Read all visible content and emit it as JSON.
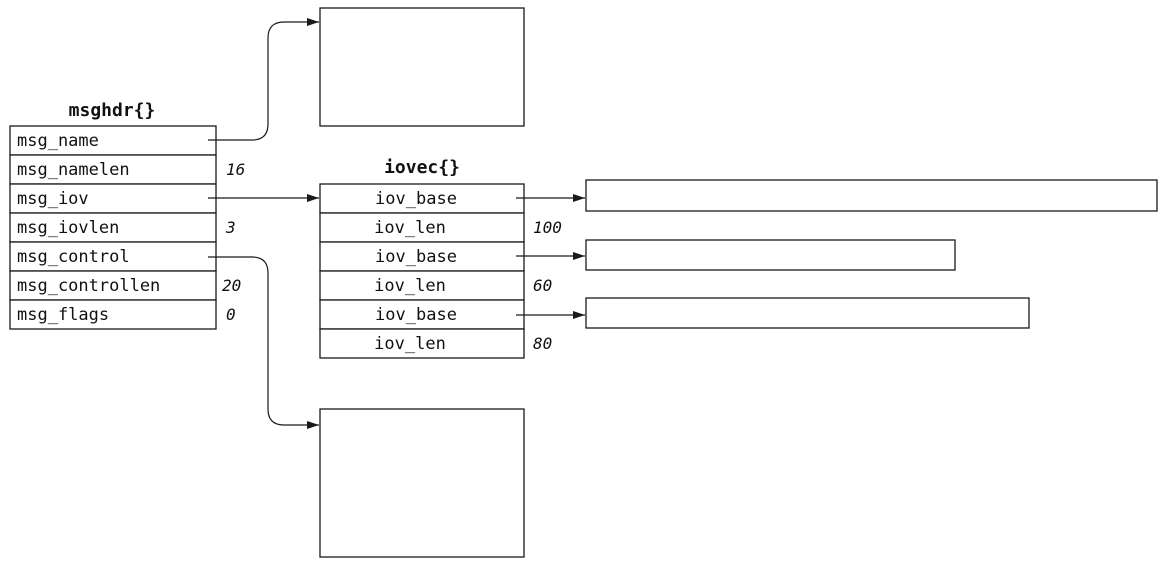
{
  "msghdr": {
    "title": "msghdr{}",
    "fields": [
      {
        "name": "msg_name",
        "value": ""
      },
      {
        "name": "msg_namelen",
        "value": "16"
      },
      {
        "name": "msg_iov",
        "value": ""
      },
      {
        "name": "msg_iovlen",
        "value": "3"
      },
      {
        "name": "msg_control",
        "value": ""
      },
      {
        "name": "msg_controllen",
        "value": "20"
      },
      {
        "name": "msg_flags",
        "value": "0"
      }
    ]
  },
  "iovec": {
    "title": "iovec{}",
    "fields": [
      {
        "name": "iov_base",
        "value": ""
      },
      {
        "name": "iov_len",
        "value": "100"
      },
      {
        "name": "iov_base",
        "value": ""
      },
      {
        "name": "iov_len",
        "value": "60"
      },
      {
        "name": "iov_base",
        "value": ""
      },
      {
        "name": "iov_len",
        "value": "80"
      }
    ]
  }
}
